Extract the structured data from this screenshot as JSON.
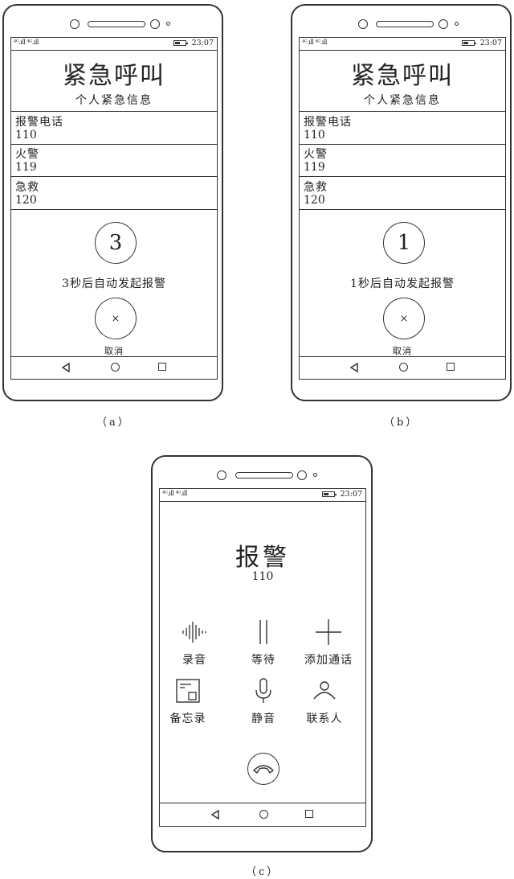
{
  "status": {
    "signal": "⁴ᴳ.ıll ⁴ᴳ.ıll",
    "time": "23:07"
  },
  "screen_a": {
    "title": "紧急呼叫",
    "subtitle": "个人紧急信息",
    "contacts": [
      {
        "label": "报警电话",
        "number": "110"
      },
      {
        "label": "火警",
        "number": "119"
      },
      {
        "label": "急救",
        "number": "120"
      }
    ],
    "countdown": "3",
    "countdown_text": "3秒后自动发起报警",
    "cancel_icon": "×",
    "cancel_label": "取消",
    "figure_label": "（a）"
  },
  "screen_b": {
    "title": "紧急呼叫",
    "subtitle": "个人紧急信息",
    "contacts": [
      {
        "label": "报警电话",
        "number": "110"
      },
      {
        "label": "火警",
        "number": "119"
      },
      {
        "label": "急救",
        "number": "120"
      }
    ],
    "countdown": "1",
    "countdown_text": "1秒后自动发起报警",
    "cancel_icon": "×",
    "cancel_label": "取消",
    "figure_label": "（b）"
  },
  "screen_c": {
    "title": "报警",
    "number": "110",
    "actions": [
      {
        "label": "录音",
        "icon": "waveform-icon"
      },
      {
        "label": "等待",
        "icon": "pause-icon"
      },
      {
        "label": "添加通话",
        "icon": "plus-icon"
      },
      {
        "label": "备忘录",
        "icon": "memo-icon"
      },
      {
        "label": "静音",
        "icon": "mic-icon"
      },
      {
        "label": "联系人",
        "icon": "contact-icon"
      }
    ],
    "figure_label": "（c）"
  }
}
